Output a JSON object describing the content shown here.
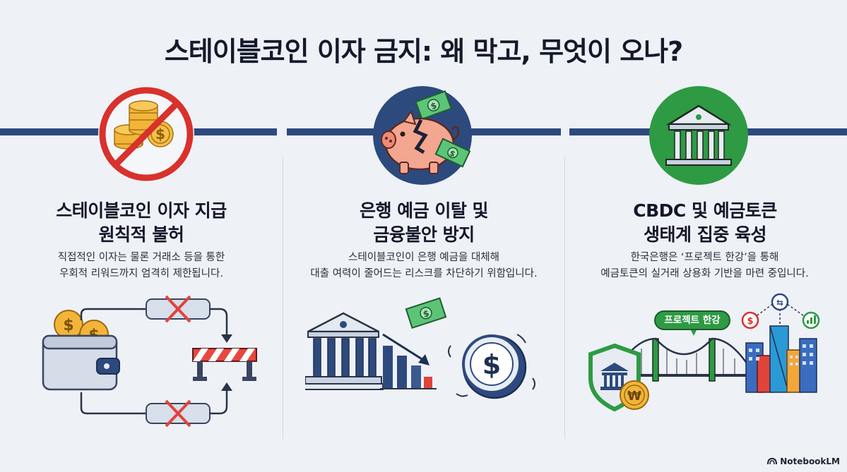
{
  "title": "스테이블코인 이자 금지: 왜 막고, 무엇이 오나?",
  "columns": [
    {
      "title_lines": [
        "스테이블코인 이자 지급",
        "원칙적 불허"
      ],
      "desc_lines": [
        "직접적인 이자는 물론 거래소 등을 통한",
        "우회적 리워드까지 엄격히 제한됩니다."
      ],
      "icon": "prohibited-coins-icon"
    },
    {
      "title_lines": [
        "은행 예금 이탈 및",
        "금융불안 방지"
      ],
      "desc_lines": [
        "스테이블코인이 은행 예금을 대체해",
        "대출 여력이 줄어드는 리스크를 차단하기 위함입니다."
      ],
      "icon": "broken-piggy-bank-icon"
    },
    {
      "title_lines": [
        "CBDC 및 예금토큰",
        "생태계 집중 육성"
      ],
      "desc_lines": [
        "한국은행은 ‘프로젝트 한강’을 통해",
        "예금토큰의 실거래 상용화 기반을 마련 중입니다."
      ],
      "icon": "central-bank-icon",
      "badge_label": "프로젝트 한강"
    }
  ],
  "brand_label": "NotebookLM",
  "colors": {
    "rule": "#2d4a7e",
    "prohibit_red": "#d9312c",
    "piggy_circle": "#2d4a7e",
    "bank_circle": "#2e9a43"
  }
}
